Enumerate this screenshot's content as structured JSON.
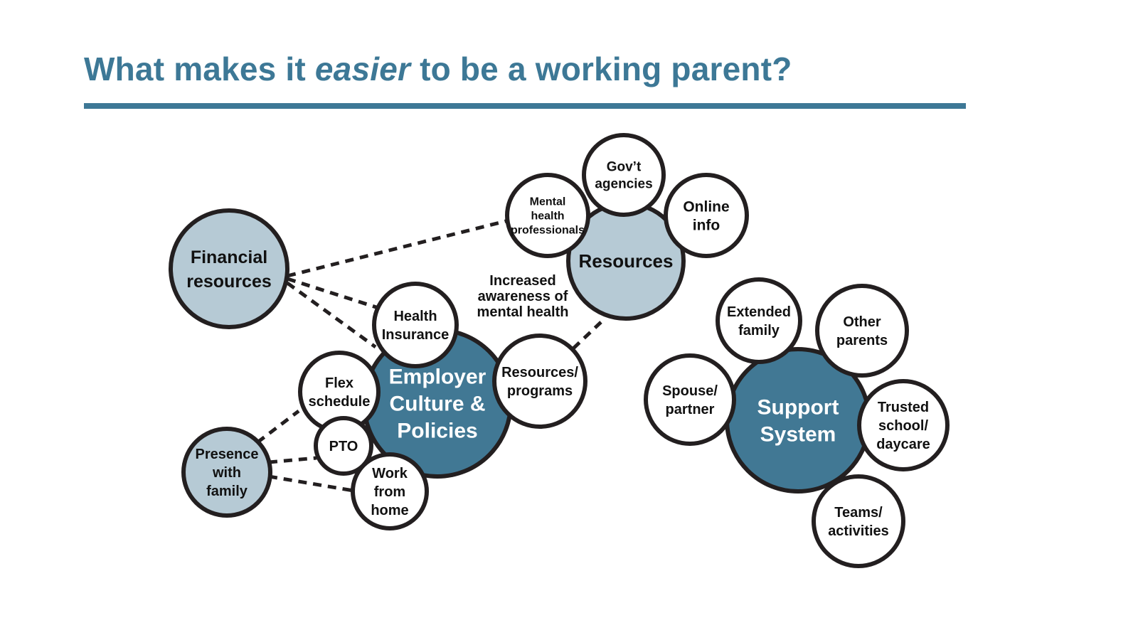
{
  "header": {
    "title_before": "What makes it ",
    "title_emphasis": "easier",
    "title_after": " to be a working parent?"
  },
  "colors": {
    "accent": "#3d7896",
    "node_dark": "#417894",
    "node_light": "#b6cad5",
    "node_white": "#ffffff",
    "outline": "#231f20",
    "text_dark": "#111111",
    "text_light": "#ffffff"
  },
  "diagram": {
    "nodes": {
      "financial": {
        "lines": [
          "Financial",
          "resources"
        ]
      },
      "resources": {
        "lines": [
          "Resources"
        ]
      },
      "mental_health": {
        "lines": [
          "Mental",
          "health",
          "professionals"
        ]
      },
      "govt": {
        "lines": [
          "Gov’t",
          "agencies"
        ]
      },
      "online_info": {
        "lines": [
          "Online",
          "info"
        ]
      },
      "employer": {
        "lines": [
          "Employer",
          "Culture &",
          "Policies"
        ]
      },
      "health_insurance": {
        "lines": [
          "Health",
          "Insurance"
        ]
      },
      "resources_programs": {
        "lines": [
          "Resources/",
          "programs"
        ]
      },
      "flex_schedule": {
        "lines": [
          "Flex",
          "schedule"
        ]
      },
      "pto": {
        "lines": [
          "PTO"
        ]
      },
      "work_from_home": {
        "lines": [
          "Work",
          "from",
          "home"
        ]
      },
      "presence": {
        "lines": [
          "Presence",
          "with",
          "family"
        ]
      },
      "support": {
        "lines": [
          "Support",
          "System"
        ]
      },
      "extended_family": {
        "lines": [
          "Extended",
          "family"
        ]
      },
      "other_parents": {
        "lines": [
          "Other",
          "parents"
        ]
      },
      "spouse": {
        "lines": [
          "Spouse/",
          "partner"
        ]
      },
      "trusted_school": {
        "lines": [
          "Trusted",
          "school/",
          "daycare"
        ]
      },
      "teams": {
        "lines": [
          "Teams/",
          "activities"
        ]
      }
    },
    "annotation": {
      "lines": [
        "Increased",
        "awareness of",
        "mental health"
      ]
    }
  }
}
